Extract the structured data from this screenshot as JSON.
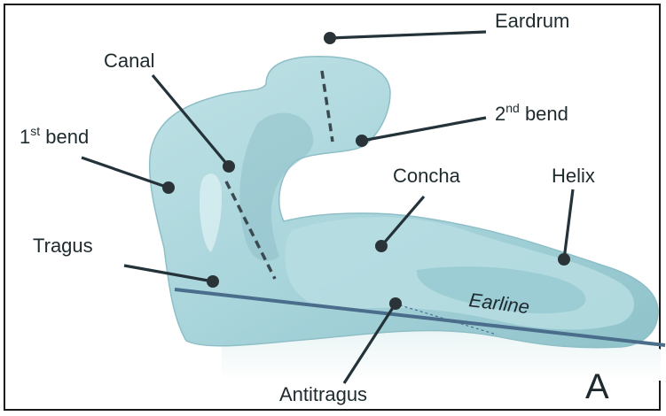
{
  "labels": {
    "eardrum": "Eardrum",
    "canal": "Canal",
    "second_bend_main": "2",
    "second_bend_sup": "nd",
    "second_bend_rest": " bend",
    "first_bend_main": "1",
    "first_bend_sup": "st",
    "first_bend_rest": " bend",
    "concha": "Concha",
    "helix": "Helix",
    "tragus": "Tragus",
    "earline": "Earline",
    "antitragus": "Antitragus",
    "panel": "A"
  },
  "colors": {
    "ear_fill": "#a9d6dc",
    "ear_shadow": "#7fb5be",
    "ear_highlight": "#d3ecef",
    "earline": "#4a6d8c",
    "text": "#1e2a2e"
  }
}
